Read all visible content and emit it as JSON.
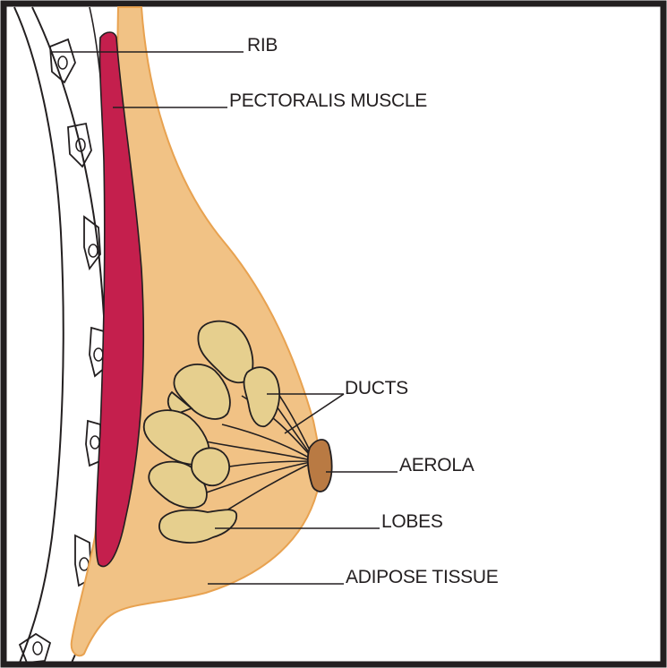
{
  "diagram": {
    "labels": {
      "rib": "RIB",
      "pectoralis_muscle": "PECTORALIS MUSCLE",
      "ducts": "DUCTS",
      "aerola": "AEROLA",
      "lobes": "LOBES",
      "adipose_tissue": "ADIPOSE TISSUE"
    }
  },
  "colors": {
    "adipose_tissue": "#f1c285",
    "adipose_outline": "#e8a250",
    "pectoralis_muscle": "#c41f4d",
    "lobes": "#e6cf8e",
    "aerola": "#b97a43",
    "outline": "#231f20",
    "frame": "#231f20"
  },
  "icons": {
    "rib": "rib-illustration",
    "breast": "breast-cross-section-illustration"
  }
}
